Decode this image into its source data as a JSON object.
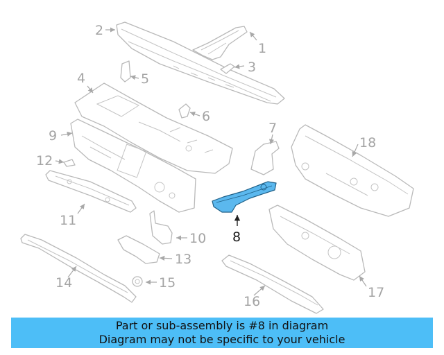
{
  "diagram": {
    "highlighted_part": "8",
    "callouts": [
      "1",
      "2",
      "3",
      "4",
      "5",
      "6",
      "7",
      "8",
      "9",
      "10",
      "11",
      "12",
      "13",
      "14",
      "15",
      "16",
      "17",
      "18"
    ]
  },
  "banner": {
    "line1": "Part or sub-assembly is #8 in diagram",
    "line2": "Diagram may not be specific to your vehicle"
  },
  "colors": {
    "highlight": "#5bb8ee",
    "banner": "#4dbef7",
    "part_outline": "#b9b9b9"
  }
}
